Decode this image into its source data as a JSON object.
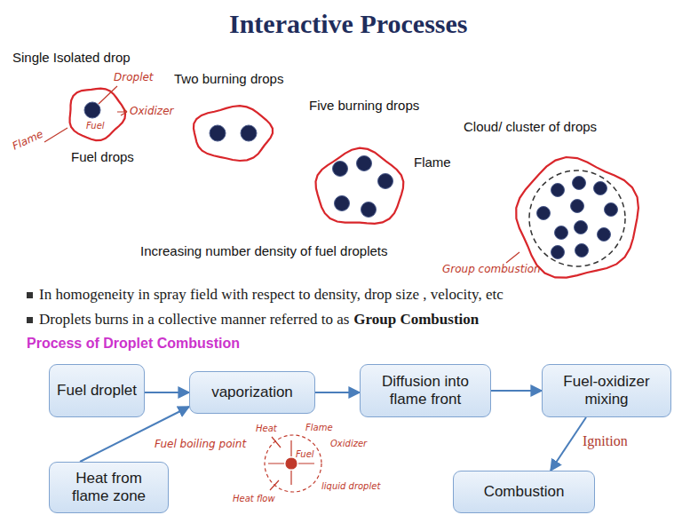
{
  "diagram": {
    "title": "Interactive Processes",
    "nodes": [
      {
        "text": [
          "Fuel droplet"
        ]
      },
      {
        "text": [
          "vaporization"
        ]
      },
      {
        "text": [
          "Diffusion into flame front"
        ]
      },
      {
        "text": [
          "Fuel-oxidizer mixing"
        ]
      },
      {
        "text": [
          "Heat from flame zone"
        ]
      },
      {
        "text": [
          "Combustion"
        ]
      }
    ],
    "edges": [
      {
        "from": 0,
        "to": 1,
        "arrow": "to"
      },
      {
        "from": 1,
        "to": 2,
        "arrow": "to"
      },
      {
        "from": 2,
        "to": 3,
        "arrow": "to"
      },
      {
        "from": 4,
        "to": 1,
        "arrow": "to"
      },
      {
        "from": 3,
        "to": 5,
        "label": "Ignition",
        "arrow": "to"
      }
    ],
    "labels": [
      "Single Isolated drop",
      "Droplet",
      "Oxidizer",
      "Fuel",
      "Flame",
      "Fuel drops",
      "Two burning drops",
      "Five burning drops",
      "Flame",
      "Cloud/ cluster of drops",
      "Increasing number density of fuel droplets",
      "Group combustion",
      "In homogeneity in spray field with respect to density, drop size , velocity, etc",
      "Droplets burns in a collective manner referred to as",
      "Group Combustion",
      "Process of Droplet Combustion",
      "Fuel boiling point",
      "Heat",
      "Flame",
      "Oxidizer",
      "Fuel",
      "liquid droplet",
      "Heat flow"
    ]
  }
}
